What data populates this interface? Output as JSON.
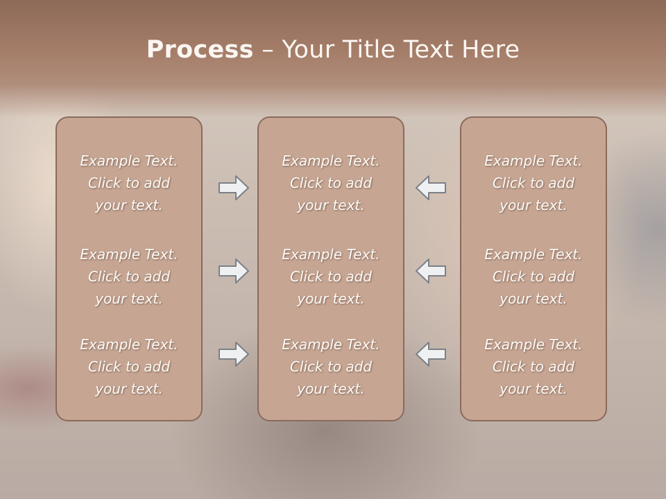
{
  "slide": {
    "title": {
      "bold": "Process",
      "rest": " – Your Title Text Here"
    },
    "panels": [
      {
        "blocks": [
          {
            "line1": "Example Text.",
            "line2": "Click  to add",
            "line3": "your text."
          },
          {
            "line1": "Example Text.",
            "line2": "Click  to add",
            "line3": "your text."
          },
          {
            "line1": "Example Text.",
            "line2": "Click  to add",
            "line3": "your text."
          }
        ]
      },
      {
        "blocks": [
          {
            "line1": "Example Text.",
            "line2": "Click  to add",
            "line3": "your text."
          },
          {
            "line1": "Example Text.",
            "line2": "Click  to add",
            "line3": "your text."
          },
          {
            "line1": "Example Text.",
            "line2": "Click  to add",
            "line3": "your text."
          }
        ]
      },
      {
        "blocks": [
          {
            "line1": "Example Text.",
            "line2": "Click  to add",
            "line3": "your text."
          },
          {
            "line1": "Example Text.",
            "line2": "Click  to add",
            "line3": "your text."
          },
          {
            "line1": "Example Text.",
            "line2": "Click  to add",
            "line3": "your text."
          }
        ]
      }
    ],
    "arrows": {
      "left_column": "arrow-right-icon",
      "right_column": "arrow-left-icon"
    },
    "colors": {
      "panel_fill": "#c6a593",
      "panel_border": "#8a6a5b",
      "title_band": "#a57e69",
      "text": "#fdfaf6"
    }
  }
}
